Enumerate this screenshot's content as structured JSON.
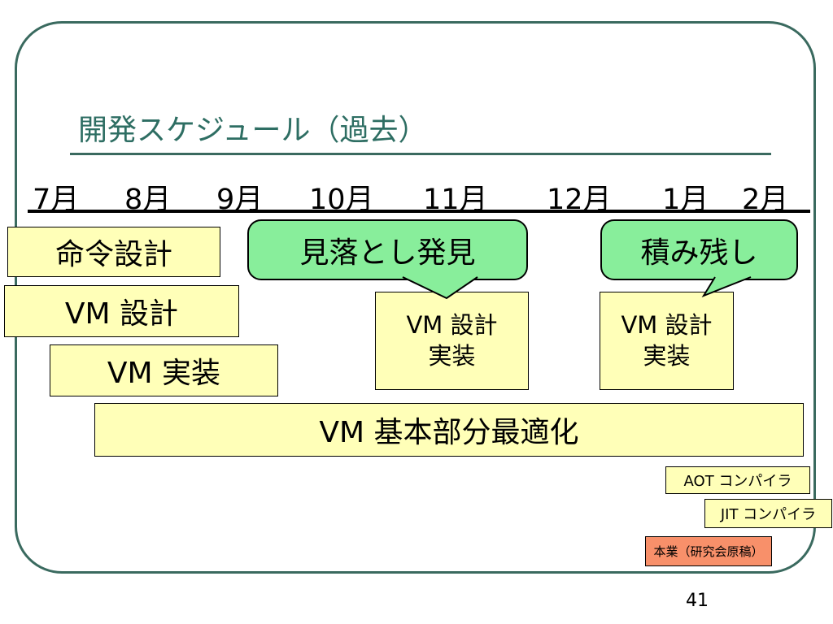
{
  "slide": {
    "title": "開発スケジュール（過去）",
    "page_number": "41"
  },
  "months": [
    "7月",
    "8月",
    "9月",
    "10月",
    "11月",
    "12月",
    "1月",
    "2月"
  ],
  "bubbles": {
    "miotoshi": "見落とし発見",
    "tsuminokoshi": "積み残し"
  },
  "tasks": {
    "meirei_sekkei": "命令設計",
    "vm_sekkei": "VM 設計",
    "vm_jisso": "VM 実装",
    "vm_sekkei_jisso_a": {
      "line1": "VM 設計",
      "line2": "実装"
    },
    "vm_sekkei_jisso_b": {
      "line1": "VM 設計",
      "line2": "実装"
    },
    "vm_saiteki": "VM 基本部分最適化",
    "aot_compiler": "AOT コンパイラ",
    "jit_compiler": "JIT コンパイラ",
    "hongyo": "本業（研究会原稿）"
  },
  "colors": {
    "frame": "#3a6a5f",
    "title": "#2e6e63",
    "task_fill": "#ffffb8",
    "bubble_fill": "#88ee9b",
    "highlight_fill": "#f8906a"
  }
}
